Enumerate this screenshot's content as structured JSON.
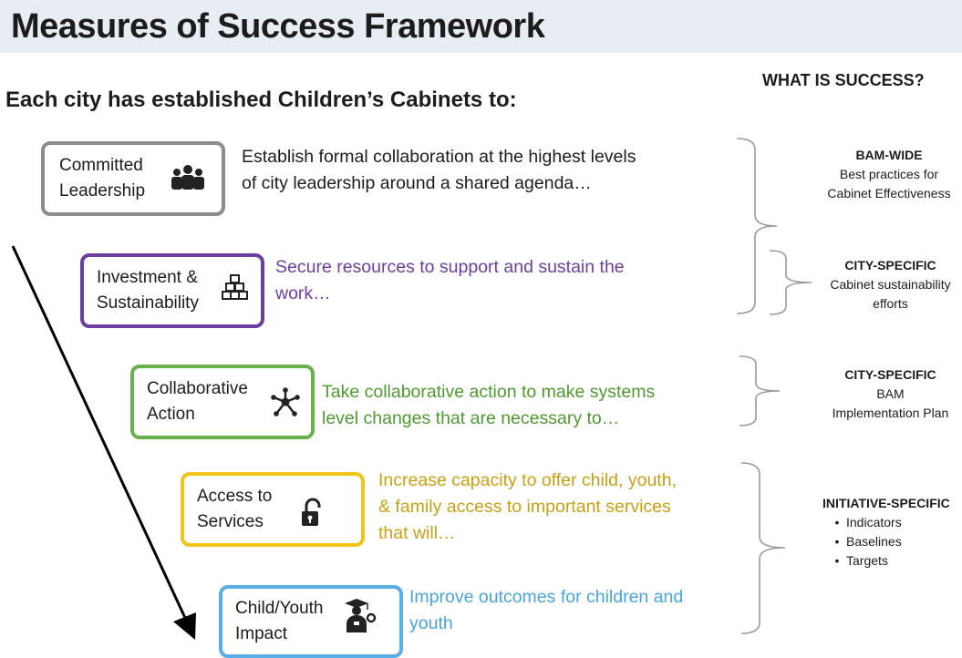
{
  "header": {
    "title": "Measures of Success Framework",
    "subtitle": "Each city has established Children’s Cabinets to:",
    "success_heading": "WHAT IS SUCCESS?"
  },
  "stages": [
    {
      "label": "Committed\nLeadership",
      "icon": "people-group-icon",
      "color": "#8c8c8c",
      "desc_lines": [
        "Establish formal collaboration at the highest levels",
        "of city leadership around a shared agenda…"
      ],
      "desc_color": "#1c1c1c"
    },
    {
      "label": "Investment &\nSustainability",
      "icon": "stacked-blocks-icon",
      "color": "#6b3fa0",
      "desc_lines": [
        "Secure resources to support and sustain the",
        "work…"
      ],
      "desc_color": "#6b3fa0"
    },
    {
      "label": "Collaborative\nAction",
      "icon": "network-hub-icon",
      "color": "#6ab04c",
      "desc_lines": [
        "Take collaborative action to make systems",
        "level changes that are necessary to…"
      ],
      "desc_color": "#4e9a2f"
    },
    {
      "label": "Access to\nServices",
      "icon": "unlocked-padlock-icon",
      "color": "#f0c419",
      "desc_lines": [
        "Increase capacity to offer child, youth,",
        "& family access to important services",
        "that will…"
      ],
      "desc_color": "#c9a014"
    },
    {
      "label": "Child/Youth\nImpact",
      "icon": "graduate-icon",
      "color": "#5aaee6",
      "desc_lines": [
        "Improve outcomes for children and",
        "youth"
      ],
      "desc_color": "#4aa3df"
    }
  ],
  "success_measures": [
    {
      "heading": "BAM-WIDE",
      "lines": [
        "Best practices for",
        "Cabinet Effectiveness"
      ]
    },
    {
      "heading": "CITY-SPECIFIC",
      "lines": [
        "Cabinet sustainability",
        "efforts"
      ]
    },
    {
      "heading": "CITY-SPECIFIC",
      "lines": [
        "BAM",
        "Implementation Plan"
      ]
    },
    {
      "heading": "INITIATIVE-SPECIFIC",
      "bullets": [
        "Indicators",
        "Baselines",
        "Targets"
      ]
    }
  ]
}
